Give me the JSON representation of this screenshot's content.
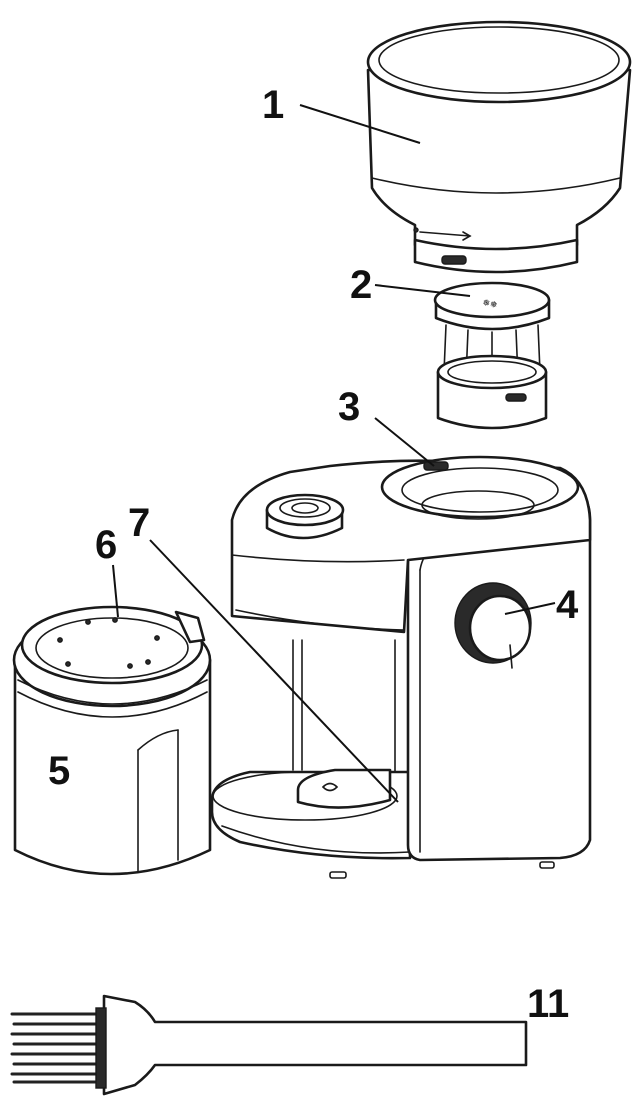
{
  "callouts": {
    "hopper": "1",
    "grind_adapter": "2",
    "lock_slot": "3",
    "control_knob": "4",
    "grounds_container": "5",
    "container_lid": "6",
    "outlet_chute": "7",
    "cleaning_brush": "11"
  },
  "colors": {
    "line": "#1a1a1a",
    "fill": "#ffffff"
  }
}
